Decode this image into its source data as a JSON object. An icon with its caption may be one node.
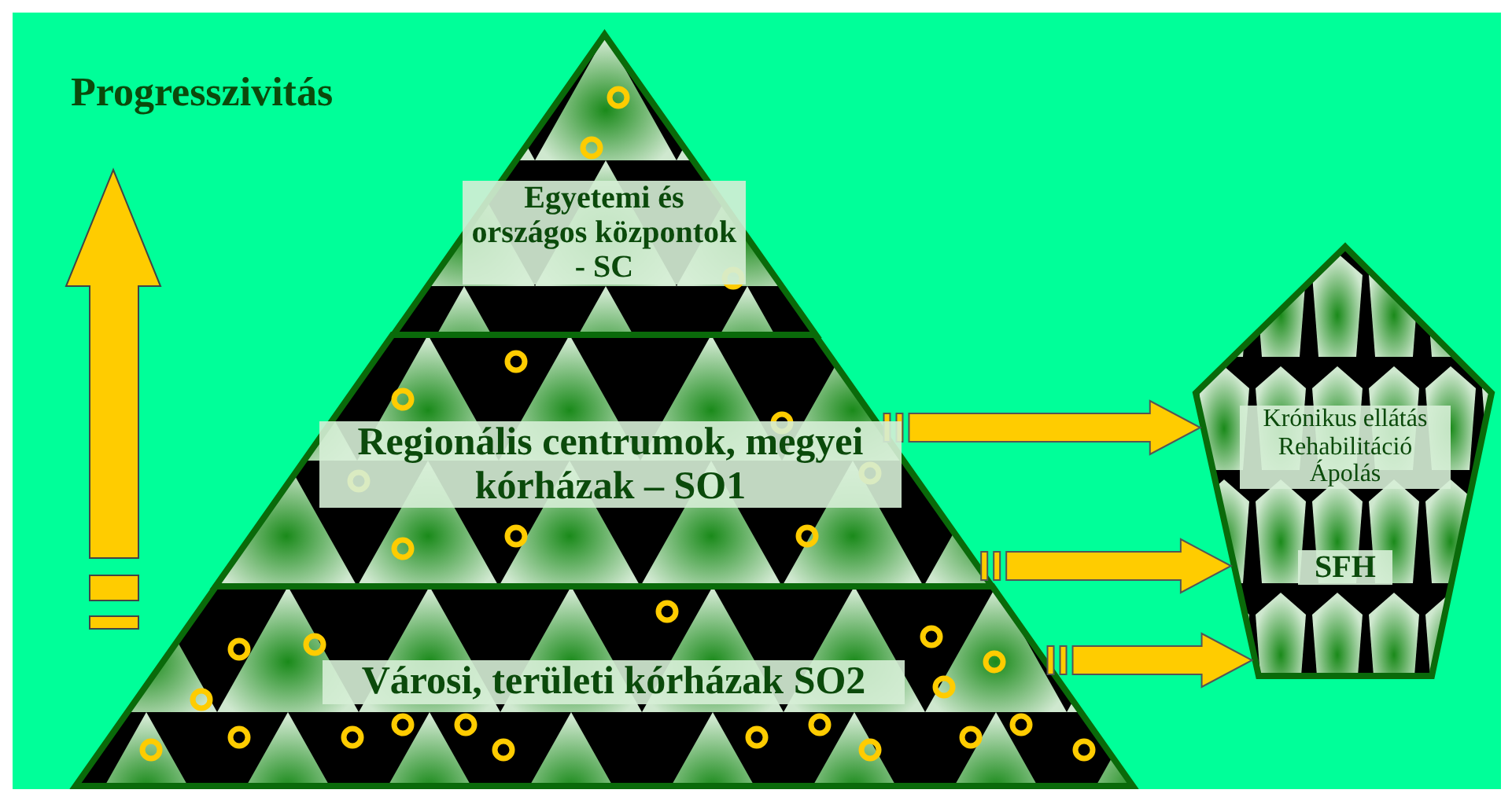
{
  "diagram": {
    "nodes": [
      {
        "text": [
          "Egyetemi és országos központok - SC"
        ]
      },
      {
        "text": [
          "Regionális centrumok, megyei kórházak – SO1"
        ]
      },
      {
        "text": [
          "Városi, területi kórházak SO2"
        ]
      },
      {
        "text": [
          "Krónikus ellátás Rehabilitáció Ápolás",
          "SFH"
        ]
      }
    ],
    "edges": [
      {
        "from": 1,
        "to": 3,
        "arrow": "to"
      },
      {
        "from": 1,
        "to": 3,
        "arrow": "to"
      },
      {
        "from": 2,
        "to": 3,
        "arrow": "to"
      }
    ],
    "labels": [
      "Progresszivitás"
    ]
  }
}
